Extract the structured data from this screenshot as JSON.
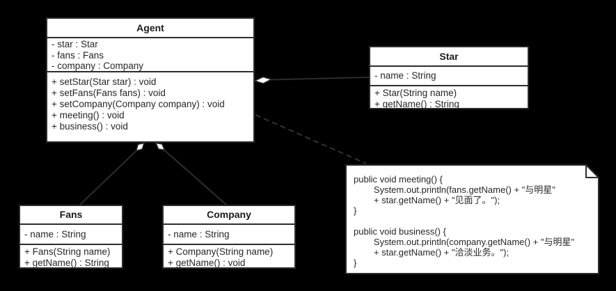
{
  "diagram": {
    "type": "uml-class-diagram",
    "colors": {
      "background": "#000000",
      "shape_fill": "#ffffff",
      "stroke": "#2d2d2d",
      "text": "#262626"
    },
    "classes": {
      "agent": {
        "title": "Agent",
        "attributes": [
          "- star : Star",
          "- fans : Fans",
          "- company : Company"
        ],
        "methods": [
          "+ setStar(Star star) : void",
          "+ setFans(Fans fans) : void",
          "+ setCompany(Company company) : void",
          "+ meeting() : void",
          "+ business() : void"
        ]
      },
      "star": {
        "title": "Star",
        "attributes": [
          "- name : String"
        ],
        "methods": [
          "+ Star(String name)",
          "+ getName() : String"
        ]
      },
      "fans": {
        "title": "Fans",
        "attributes": [
          "- name : String"
        ],
        "methods": [
          "+ Fans(String name)",
          "+ getName() : String"
        ]
      },
      "company": {
        "title": "Company",
        "attributes": [
          "- name : String"
        ],
        "methods": [
          "+ Company(String name)",
          "+ getName() : void"
        ]
      }
    },
    "note": {
      "code_lines": [
        "public void meeting() {",
        "        System.out.println(fans.getName() + \"与明星\"",
        "        + star.getName() + \"见面了。\");",
        "}",
        "",
        "public void business() {",
        "        System.out.println(company.getName() + \"与明星\"",
        "        + star.getName() + \"洽淡业务。\");",
        "}"
      ]
    },
    "relationships": [
      {
        "from": "Agent",
        "to": "Star",
        "type": "aggregation"
      },
      {
        "from": "Agent",
        "to": "Fans",
        "type": "aggregation"
      },
      {
        "from": "Agent",
        "to": "Company",
        "type": "aggregation"
      },
      {
        "from": "Agent",
        "to": "Note",
        "type": "dashed-anchor"
      }
    ]
  }
}
